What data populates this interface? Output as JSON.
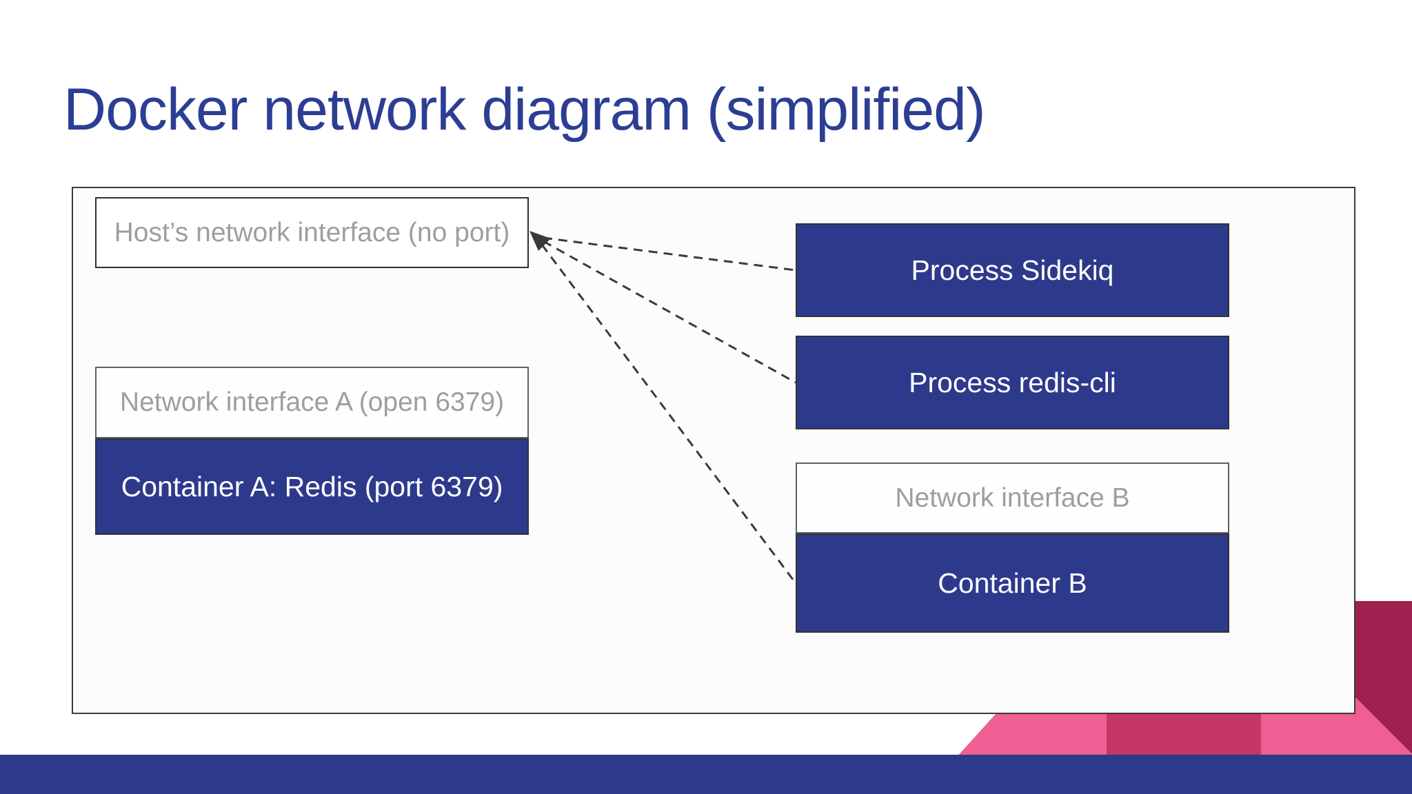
{
  "slide": {
    "title": "Docker network diagram (simplified)",
    "colors": {
      "title_blue": "#2c3e94",
      "indigo": "#2d3a8c",
      "gray_text": "#9e9e9e",
      "line_dark": "#3a3a3a",
      "pink": "#ee5f93",
      "rose": "#c53766",
      "maroon": "#9f2150"
    }
  },
  "diagram": {
    "host_interface": {
      "label": "Host’s network interface (no port)"
    },
    "interface_a": {
      "label": "Network interface A (open 6379)"
    },
    "container_a": {
      "label": "Container A: Redis (port 6379)"
    },
    "process_sidekiq": {
      "label": "Process Sidekiq"
    },
    "process_redis_cli": {
      "label": "Process redis-cli"
    },
    "interface_b": {
      "label": "Network interface B"
    },
    "container_b": {
      "label": "Container B"
    }
  }
}
